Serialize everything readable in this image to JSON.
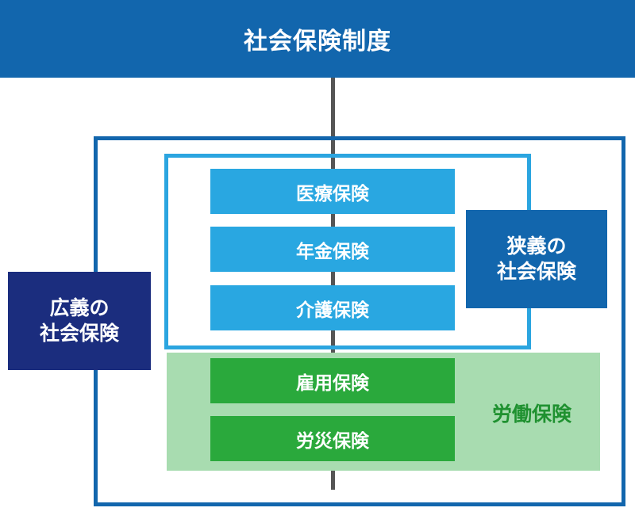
{
  "header": {
    "title": "社会保険制度"
  },
  "broad": {
    "line1": "広義の",
    "line2": "社会保険"
  },
  "narrow": {
    "line1": "狭義の",
    "line2": "社会保険"
  },
  "labor": {
    "label": "労働保険"
  },
  "narrow_items": [
    "医療保険",
    "年金保険",
    "介護保険"
  ],
  "labor_items": [
    "雇用保険",
    "労災保険"
  ],
  "colors": {
    "header": "#1266ad",
    "broad_label": "#1b2d7e",
    "narrow_frame": "#2ba5e0",
    "narrow_item": "#29a7e1",
    "labor_bg": "#a8dcb0",
    "labor_item": "#2aa93c",
    "labor_text": "#1f9130",
    "connector": "#555555"
  }
}
